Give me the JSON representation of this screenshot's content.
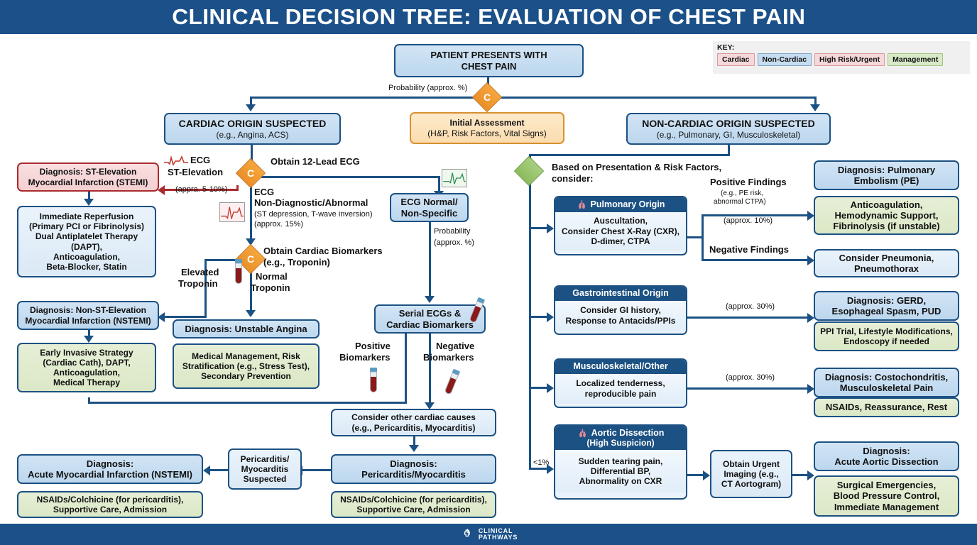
{
  "header": {
    "title": "CLINICAL DECISION TREE: EVALUATION OF CHEST PAIN"
  },
  "footer": {
    "line1": "CLINICAL",
    "line2": "PATHWAYS",
    "logo_icon": "medical-cross-pulse-icon"
  },
  "key": {
    "label": "KEY:",
    "chips": [
      {
        "label": "Cardiac",
        "color": "#f6d8da"
      },
      {
        "label": "Non-Cardiac",
        "color": "#c6dcef"
      },
      {
        "label": "High Risk/Urgent",
        "color": "#f6d8da"
      },
      {
        "label": "Management",
        "color": "#d8e9c8"
      }
    ]
  },
  "nodes": {
    "start": {
      "l1": "PATIENT PRESENTS WITH",
      "l2": "CHEST PAIN"
    },
    "initial": {
      "l1": "Initial Assessment",
      "l2": "(H&P, Risk Factors, Vital Signs)"
    },
    "cardiac": {
      "l1": "CARDIAC ORIGIN SUSPECTED",
      "l2": "(e.g., Angina, ACS)"
    },
    "noncardiac": {
      "l1": "NON-CARDIAC ORIGIN SUSPECTED",
      "l2": "(e.g., Pulmonary, GI, Musculoskeletal)"
    },
    "stemi": {
      "l1": "Diagnosis: ST-Elevation",
      "l2": "Myocardial Infarction (STEMI)"
    },
    "reperfusion": {
      "l1": "Immediate Reperfusion",
      "l2": "(Primary PCI or Fibrinolysis)",
      "l3": "Dual Antiplatelet Therapy (DAPT),",
      "l4": "Anticoagulation,",
      "l5": "Beta-Blocker, Statin"
    },
    "nstemi": {
      "l1": "Diagnosis: Non-ST-Elevation",
      "l2": "Myocardial Infarction (NSTEMI)"
    },
    "earlyinvasive": {
      "l1": "Early Invasive Strategy",
      "l2": "(Cardiac Cath), DAPT,",
      "l3": "Anticoagulation,",
      "l4": "Medical Therapy"
    },
    "ecgnormal": {
      "l1": "ECG Normal/",
      "l2": "Non-Specific"
    },
    "unstableangina": {
      "l1": "Diagnosis: Unstable Angina"
    },
    "medicalmgmt": {
      "l1": "Medical Management, Risk",
      "l2": "Stratification (e.g., Stress Test),",
      "l3": "Secondary Prevention"
    },
    "serialecg": {
      "l1": "Serial ECGs &",
      "l2": "Cardiac Biomarkers"
    },
    "othercardiac": {
      "l1": "Consider other cardiac causes",
      "l2": "(e.g., Pericarditis, Myocarditis)"
    },
    "pericmyo": {
      "l1": "Diagnosis:",
      "l2": "Pericarditis/Myocarditis"
    },
    "nsaidsright": {
      "l1": "NSAIDs/Colchicine (for pericarditis),",
      "l2": "Supportive Care, Admission"
    },
    "pericsuspected": {
      "l1": "Pericarditis/",
      "l2": "Myocarditis",
      "l3": "Suspected"
    },
    "amiNstemi": {
      "l1": "Diagnosis:",
      "l2": "Acute Myocardial Infarction (NSTEMI)"
    },
    "nsaidsleft": {
      "l1": "NSAIDs/Colchicine (for pericarditis),",
      "l2": "Supportive Care, Admission"
    },
    "pulmonary": {
      "head": "Pulmonary Origin",
      "b1": "Auscultation,",
      "b2": "Consider Chest X-Ray (CXR),",
      "b3": "D-dimer, CTPA"
    },
    "gi": {
      "head": "Gastrointestinal Origin",
      "b1": "Consider GI history,",
      "b2": "Response to Antacids/PPIs"
    },
    "msk": {
      "head": "Musculoskeletal/Other",
      "b1": "Localized tenderness,",
      "b2": "reproducible pain"
    },
    "aortic": {
      "head1": "Aortic Dissection",
      "head2": "(High Suspicion)",
      "b1": "Sudden tearing pain,",
      "b2": "Differential BP,",
      "b3": "Abnormality on CXR"
    },
    "urgentimaging": {
      "l1": "Obtain Urgent",
      "l2": "Imaging (e.g.,",
      "l3": "CT Aortogram)"
    },
    "dxPE": {
      "l1": "Diagnosis: Pulmonary",
      "l2": "Embolism (PE)"
    },
    "txPE": {
      "l1": "Anticoagulation,",
      "l2": "Hemodynamic Support,",
      "l3": "Fibrinolysis (if unstable)"
    },
    "pneumonia": {
      "l1": "Consider Pneumonia,",
      "l2": "Pneumothorax"
    },
    "dxGERD": {
      "l1": "Diagnosis: GERD,",
      "l2": "Esophageal Spasm, PUD"
    },
    "txGERD": {
      "l1": "PPI Trial, Lifestyle Modifications,",
      "l2": "Endoscopy if needed"
    },
    "dxCosto": {
      "l1": "Diagnosis: Costochondritis,",
      "l2": "Musculoskeletal Pain"
    },
    "txCosto": {
      "l1": "NSAIDs, Reassurance, Rest"
    },
    "dxAortic": {
      "l1": "Diagnosis:",
      "l2": "Acute Aortic Dissection"
    },
    "txAortic": {
      "l1": "Surgical Emergencies,",
      "l2": "Blood Pressure Control,",
      "l3": "Immediate Management"
    }
  },
  "labels": {
    "probability_top": "Probability (approx. %)",
    "obtain_ecg": "Obtain 12-Lead ECG",
    "ecg_st_elev_1": "ECG",
    "ecg_st_elev_2": "ST-Elevation",
    "ecg_st_elev_pct": "(appra. 5-10%)",
    "ecg_nondiag_1": "ECG",
    "ecg_nondiag_2": "Non-Diagnostic/Abnormal",
    "ecg_nondiag_3": "(ST depression, T-wave inversion)",
    "ecg_nondiag_pct": "(approx. 15%)",
    "obtain_biomarkers_1": "Obtain Cardiac Biomarkers",
    "obtain_biomarkers_2": "(e.g., Troponin)",
    "elevated_troponin_1": "Elevated",
    "elevated_troponin_2": "Troponin",
    "normal_troponin_1": "Normal",
    "normal_troponin_2": "Troponin",
    "probability_2_1": "Probability",
    "probability_2_2": "(approx. %)",
    "positive_biomarkers_1": "Positive",
    "positive_biomarkers_2": "Biomarkers",
    "negative_biomarkers_1": "Negative",
    "negative_biomarkers_2": "Biomarkers",
    "based_on_1": "Based on Presentation & Risk Factors,",
    "based_on_2": "consider:",
    "positive_findings": "Positive Findings",
    "positive_findings_sub1": "(e.g., PE risk,",
    "positive_findings_sub2": "abnormal CTPA)",
    "pe_pct": "(approx. 10%)",
    "negative_findings": "Negative Findings",
    "gi_pct": "(approx. 30%)",
    "msk_pct": "(approx. 30%)",
    "aortic_pct": "<1%"
  },
  "icons": {
    "decision_letter": "C",
    "ecg_red": "ecg-waveform-red-icon",
    "ecg_green": "ecg-waveform-green-icon",
    "blood_tube": "blood-collection-tube-icon",
    "lungs": "lungs-icon"
  },
  "colors": {
    "brand_blue": "#1b5089",
    "node_border": "#1c5183",
    "cardiac_red": "#aa2a2e",
    "decision_orange": "#ea8f29",
    "decision_green": "#8cbb5e",
    "management_green": "#dbe8c6"
  }
}
